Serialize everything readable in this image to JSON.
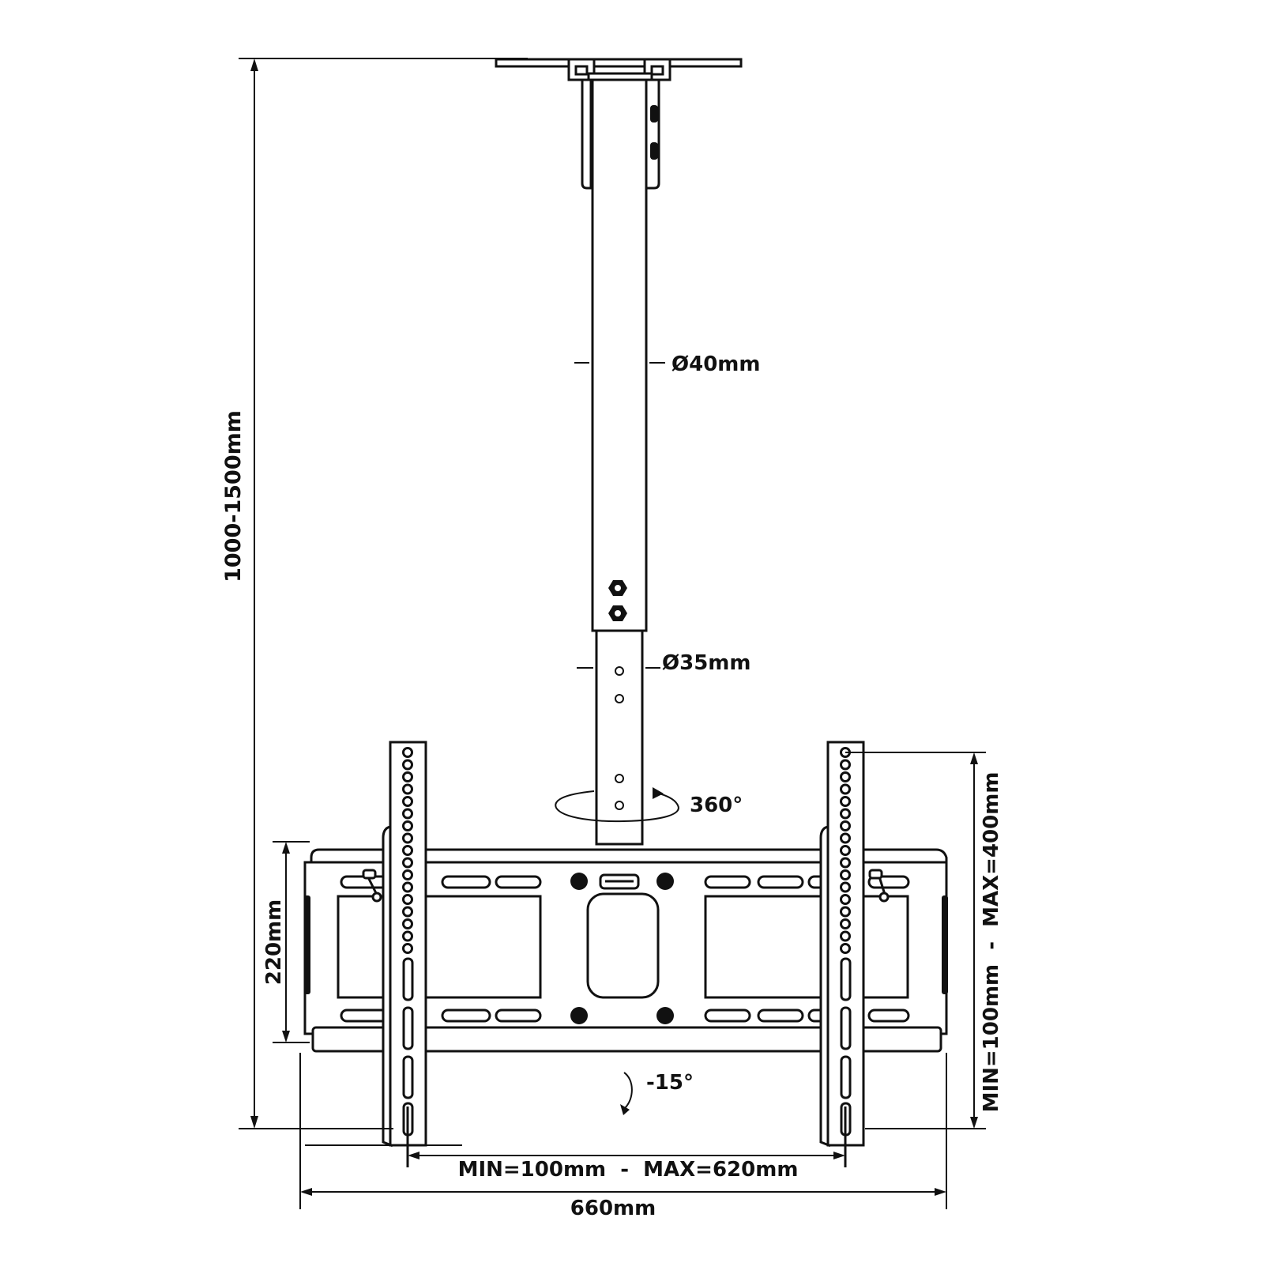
{
  "labels": {
    "height_range": "1000-1500mm",
    "outer_tube_diameter": "Ø40mm",
    "inner_tube_diameter": "Ø35mm",
    "rotation": "360°",
    "tilt": "-15°",
    "plate_height": "220mm",
    "vertical_vesa_range": "MIN=100mm  -  MAX=400mm",
    "horizontal_vesa_range": "MIN=100mm  -  MAX=620mm",
    "overall_width": "660mm"
  },
  "colors": {
    "ink": "#111111",
    "background": "#ffffff"
  },
  "icons": {
    "rotation": "rotation-arrow-icon",
    "tilt": "tilt-arrow-icon",
    "nut": "hex-nut-icon"
  }
}
